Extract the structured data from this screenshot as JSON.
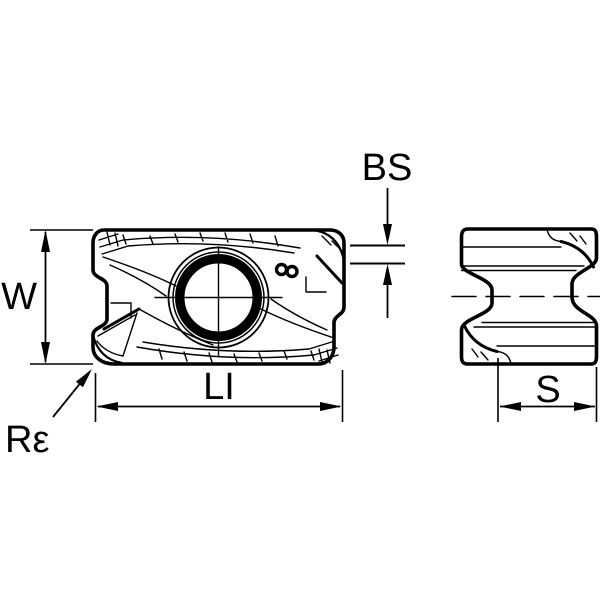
{
  "page": {
    "background_color": "#ffffff"
  },
  "drawing": {
    "line_color": "#000000",
    "dimension_labels": {
      "bs": "BS",
      "w": "W",
      "li": "LI",
      "r_epsilon": "Rε",
      "s": "S"
    }
  }
}
